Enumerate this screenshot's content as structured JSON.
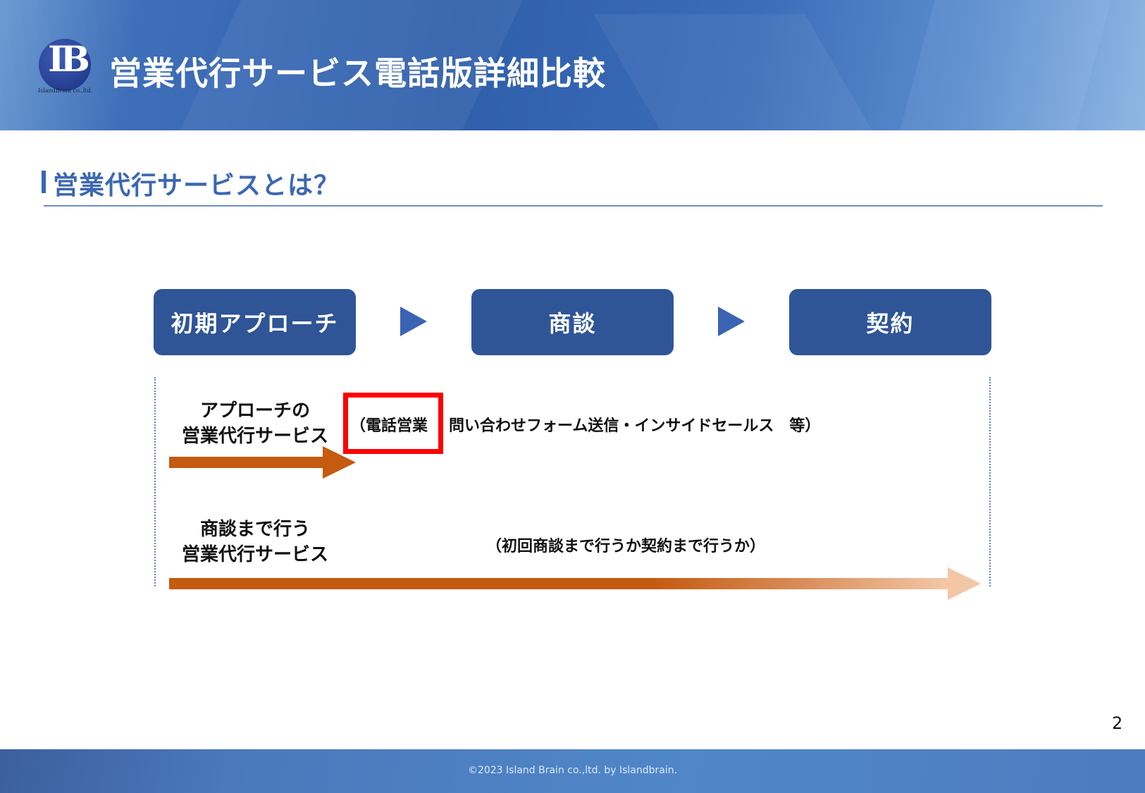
{
  "header": {
    "title": "営業代行サービス電話版詳細比較",
    "logo_letters": "IB",
    "logo_sub": "IslandBrain co.,ltd."
  },
  "section": {
    "title": "営業代行サービスとは？"
  },
  "stages": [
    {
      "label": "初期アプローチ"
    },
    {
      "label": "商談"
    },
    {
      "label": "契約"
    }
  ],
  "rows": [
    {
      "label_line1": "アプローチの",
      "label_line2": "営業代行サービス",
      "highlight": "（電話営業",
      "text": "問い合わせフォーム送信・インサイドセールス　等）"
    },
    {
      "label_line1": "商談まで行う",
      "label_line2": "営業代行サービス",
      "text": "（初回商談まで行うか契約まで行うか）"
    }
  ],
  "colors": {
    "stage": "#2f5597",
    "arrow": "#c55a11",
    "highlight": "#ff0000",
    "accent": "#3c67b1"
  },
  "page_number": "2",
  "footer": {
    "copyright": "©2023 Island Brain co.,ltd. by Islandbrain."
  }
}
